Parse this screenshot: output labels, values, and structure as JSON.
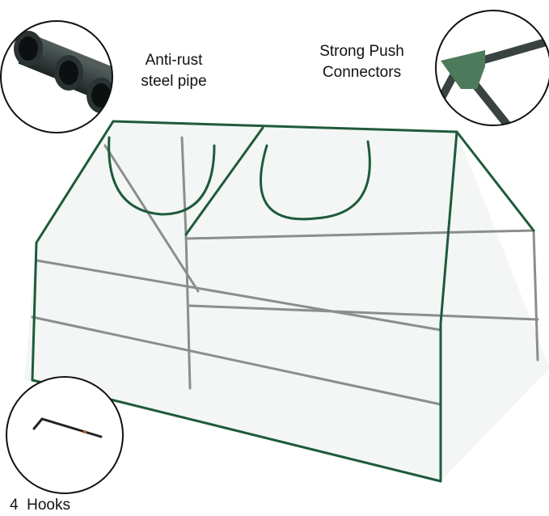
{
  "callouts": {
    "pipe": {
      "line1": "Anti-rust",
      "line2": "steel pipe"
    },
    "connectors": {
      "line1": "Strong Push",
      "line2": "Connectors"
    },
    "hooks": {
      "label": "4  Hooks"
    }
  },
  "colors": {
    "frame_green": "#1f5a3a",
    "pipe": "#2f3a38",
    "connector_green": "#4d7a5a",
    "background": "#ffffff"
  }
}
